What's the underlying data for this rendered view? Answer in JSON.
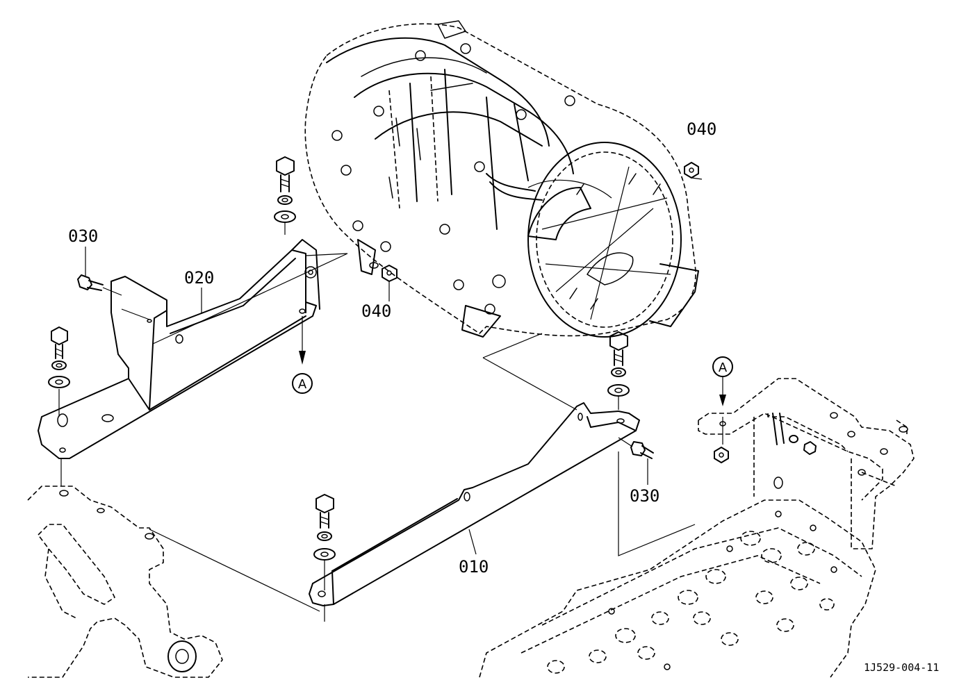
{
  "parts": [
    {
      "id": "010",
      "label": "010"
    },
    {
      "id": "020",
      "label": "020"
    },
    {
      "id": "030",
      "label": "030"
    },
    {
      "id": "040",
      "label": "040"
    }
  ],
  "labels": {
    "bolt_030_left": "030",
    "bracket_020": "020",
    "nut_040_top": "040",
    "nut_040_mid": "040",
    "bracket_010": "010",
    "bolt_030_right": "030"
  },
  "callouts": {
    "arrow_a_left": "A",
    "arrow_a_right": "A"
  },
  "drawing_ref": "1J529-004-11"
}
